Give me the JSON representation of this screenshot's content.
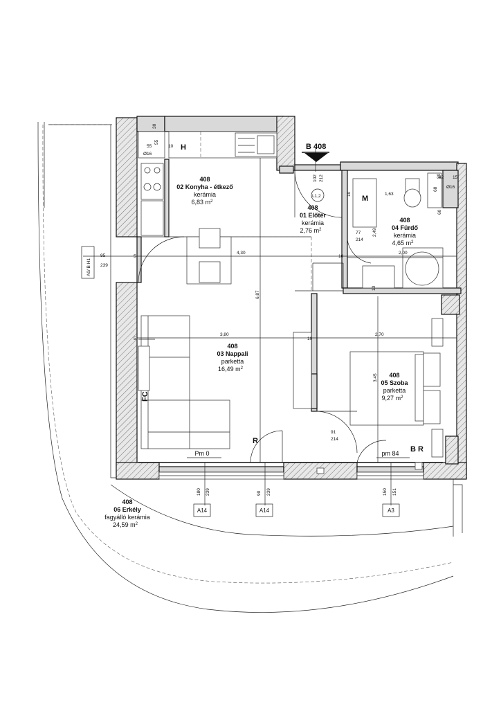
{
  "rooms": {
    "konyha": {
      "number": "408",
      "name": "02 Konyha - étkező",
      "finish": "kerámia",
      "area": "6,83"
    },
    "eloter": {
      "number": "408",
      "name": "01 Előtér",
      "finish": "kerámia",
      "area": "2,76"
    },
    "furdo": {
      "number": "408",
      "name": "04 Fürdő",
      "finish": "kerámia",
      "area": "4,65"
    },
    "nappali": {
      "number": "408",
      "name": "03 Nappali",
      "finish": "parketta",
      "area": "16,49"
    },
    "szoba": {
      "number": "408",
      "name": "05 Szoba",
      "finish": "parketta",
      "area": "9,27"
    },
    "erkely": {
      "number": "408",
      "name": "06 Erkély",
      "finish": "fagyálló kerámia",
      "area": "24,59"
    }
  },
  "area_unit": "m",
  "area_unit_sup": "2",
  "section_marker": "B 408",
  "equipment": {
    "h": "H",
    "m": "M",
    "fc": "FC",
    "r": "R",
    "br": "B R",
    "l12": "L1,2"
  },
  "levels": {
    "pm0": "Pm 0",
    "pm84": "pm 84"
  },
  "dimensions": {
    "top_30": "30",
    "top_55a": "55",
    "top_55b": "55",
    "top_10": "10",
    "top_16": "Ø16",
    "d102": "102",
    "d212": "212",
    "d163": "1,63",
    "d80": "80",
    "d42": "42",
    "d15": "15",
    "d68": "68",
    "d60": "60",
    "dd16": "Ø16",
    "d77": "77",
    "d214a": "214",
    "d249": "2,49",
    "w430": "4,30",
    "w200": "2,00",
    "w380": "3,80",
    "w270": "2,70",
    "h687": "6,87",
    "h345": "3,45",
    "d91": "91",
    "d214b": "214",
    "s5a": "5",
    "s5b": "5",
    "s10a": "10",
    "s10b": "10",
    "s10c": "10",
    "s10d": "10",
    "left_95": "95",
    "left_239": "239",
    "left_ref": "A0/ B H1",
    "w1_180": "180",
    "w1_239": "239",
    "w2_90": "90",
    "w2_239": "239",
    "w3_150": "150",
    "w3_151": "151"
  },
  "window_refs": {
    "a14a": "A14",
    "a14b": "A14",
    "a3": "A3"
  }
}
